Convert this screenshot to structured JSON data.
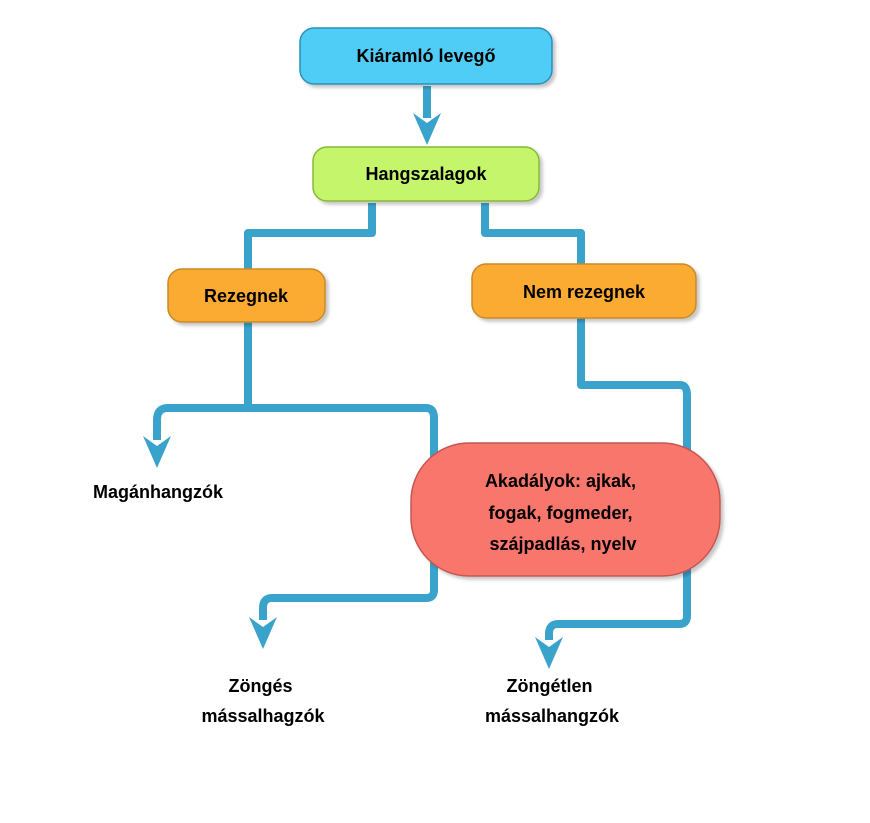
{
  "colors": {
    "arrow": "#3aa3cc",
    "top_node_fill": "#4fcdf7",
    "top_node_stroke": "#2a8fb8",
    "green_node_fill": "#c4f56b",
    "green_node_stroke": "#86b83a",
    "orange_node_fill": "#fbab32",
    "orange_node_stroke": "#c98a25",
    "red_node_fill": "#f9766d",
    "red_node_stroke": "#c4574f"
  },
  "nodes": {
    "kiaramlo": {
      "label": "Kiáramló levegő"
    },
    "hangszalagok": {
      "label": "Hangszalagok"
    },
    "rezegnek": {
      "label": "Rezegnek"
    },
    "nem_rezegnek": {
      "label": "Nem rezegnek"
    },
    "akadalyok": {
      "lines": [
        "Akadályok: ajkak,",
        "fogak, fogmeder,",
        "szájpadlás, nyelv"
      ]
    }
  },
  "labels": {
    "maganhangzok": {
      "lines": [
        "Magánhangzók"
      ]
    },
    "zonges": {
      "lines": [
        "Zöngés",
        "mássalhagzók"
      ]
    },
    "zongetlen": {
      "lines": [
        "Zöngétlen",
        "mássalhangzók"
      ]
    }
  }
}
